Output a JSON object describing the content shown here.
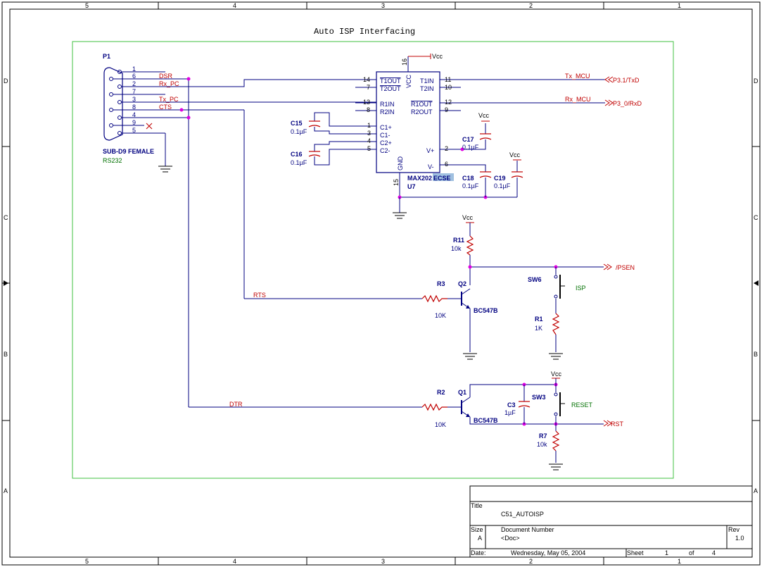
{
  "title": "Auto ISP Interfacing",
  "border": {
    "top_cols": [
      "5",
      "4",
      "3",
      "2",
      "1"
    ],
    "bottom_cols": [
      "5",
      "4",
      "3",
      "2",
      "1"
    ],
    "left_rows": [
      "D",
      "C",
      "B",
      "A"
    ],
    "right_rows": [
      "D",
      "C",
      "B",
      "A"
    ]
  },
  "connector": {
    "ref": "P1",
    "name": "SUB-D9 FEMALE",
    "value": "RS232",
    "pins": [
      "1",
      "6",
      "2",
      "7",
      "3",
      "8",
      "4",
      "9",
      "5"
    ]
  },
  "nets": {
    "dsr": "DSR",
    "rx_pc": "Rx_PC",
    "tx_pc": "Tx_PC",
    "cts": "CTS",
    "rts": "RTS",
    "dtr": "DTR",
    "tx_mcu": "Tx_MCU",
    "rx_mcu": "Rx_MCU"
  },
  "ports": {
    "p31": "P3.1/TxD",
    "p30": "P3_0/RxD",
    "psen": "/PSEN",
    "rst": "RST"
  },
  "ic": {
    "ref": "U7",
    "name_a": "MAX202",
    "name_b": "ECSE",
    "left_pins": [
      {
        "num": "14",
        "name": "T1OUT"
      },
      {
        "num": "7",
        "name": "T2OUT"
      },
      {
        "num": "13",
        "name": "R1IN"
      },
      {
        "num": "8",
        "name": "R2IN"
      },
      {
        "num": "1",
        "name": "C1+"
      },
      {
        "num": "3",
        "name": "C1-"
      },
      {
        "num": "4",
        "name": "C2+"
      },
      {
        "num": "5",
        "name": "C2-"
      }
    ],
    "right_pins": [
      {
        "num": "11",
        "name": "T1IN"
      },
      {
        "num": "10",
        "name": "T2IN"
      },
      {
        "num": "12",
        "name": "R1OUT"
      },
      {
        "num": "9",
        "name": "R2OUT"
      },
      {
        "num": "2",
        "name": "V+"
      },
      {
        "num": "6",
        "name": "V-"
      }
    ],
    "vcc": "VCC",
    "vcc_pin": "16",
    "gnd": "GND",
    "gnd_pin": "15"
  },
  "caps": {
    "c15": {
      "ref": "C15",
      "val": "0.1µF"
    },
    "c16": {
      "ref": "C16",
      "val": "0.1µF"
    },
    "c17": {
      "ref": "C17",
      "val": "0.1µF"
    },
    "c18": {
      "ref": "C18",
      "val": "0.1µF"
    },
    "c19": {
      "ref": "C19",
      "val": "0.1µF"
    },
    "c3": {
      "ref": "C3",
      "val": "1µF"
    }
  },
  "resistors": {
    "r11": {
      "ref": "R11",
      "val": "10k"
    },
    "r3": {
      "ref": "R3",
      "val": "10K"
    },
    "r1": {
      "ref": "R1",
      "val": "1K"
    },
    "r2": {
      "ref": "R2",
      "val": "10K"
    },
    "r7": {
      "ref": "R7",
      "val": "10k"
    }
  },
  "transistors": {
    "q2": {
      "ref": "Q2",
      "val": "BC547B"
    },
    "q1": {
      "ref": "Q1",
      "val": "BC547B"
    }
  },
  "switches": {
    "sw6": {
      "ref": "SW6",
      "val": "ISP"
    },
    "sw3": {
      "ref": "SW3",
      "val": "RESET"
    }
  },
  "vcc_label": "Vcc",
  "titleblock": {
    "title_label": "Title",
    "title": "C51_AUTOISP",
    "size_label": "Size",
    "size": "A",
    "docnum_label": "Document Number",
    "docnum": "<Doc>",
    "rev_label": "Rev",
    "rev": "1.0",
    "date_label": "Date:",
    "date": "Wednesday, May 05, 2004",
    "sheet_label": "Sheet",
    "sheet": "1",
    "of_label": "of",
    "of": "4"
  }
}
